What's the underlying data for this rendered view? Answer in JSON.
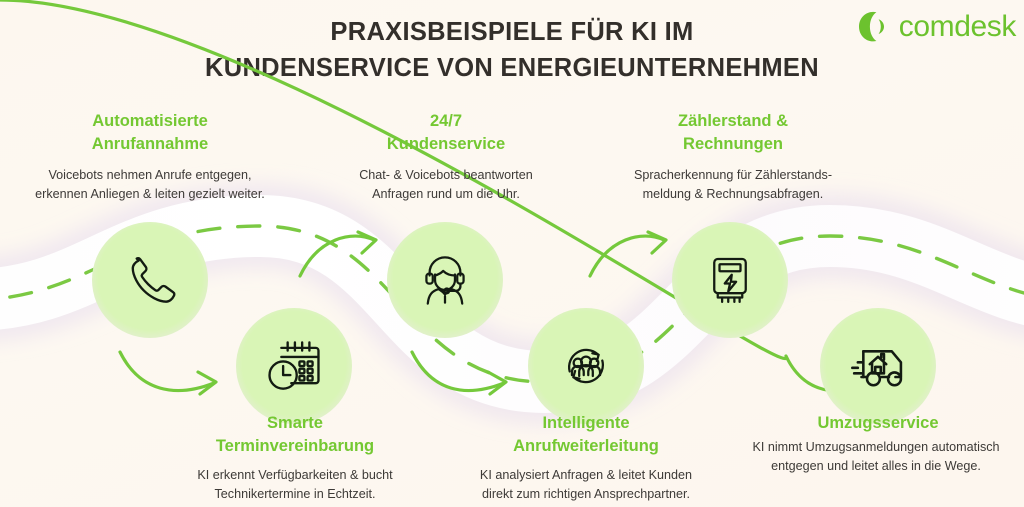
{
  "header": {
    "title_line1": "PRAXISBEISPIELE FÜR KI IM",
    "title_line2": "KUNDENSERVICE VON ENERGIEUNTERNEHMEN"
  },
  "logo": {
    "wordmark": "comdesk",
    "mark_name": "comdesk-mark-icon"
  },
  "colors": {
    "background": "#fdf8f0",
    "accent_green": "#74c832",
    "logo_green": "#6cc22e",
    "title_dark": "#332f2b",
    "body_text": "#3d3a37",
    "bubble_fill": "#d9f5b6",
    "wave_white": "#ffffff",
    "icon_stroke": "#131b12"
  },
  "steps": [
    {
      "index": 1,
      "icon": "phone-handset-icon",
      "title_line1": "Automatisierte",
      "title_line2": "Anrufannahme",
      "desc_line1": "Voicebots nehmen Anrufe entgegen,",
      "desc_line2": "erkennen Anliegen & leiten gezielt weiter.",
      "position": "top"
    },
    {
      "index": 2,
      "icon": "calendar-clock-icon",
      "title_line1": "Smarte",
      "title_line2": "Terminvereinbarung",
      "desc_line1": "KI erkennt Verfügbarkeiten & bucht",
      "desc_line2": "Technikertermine in Echtzeit.",
      "position": "bottom"
    },
    {
      "index": 3,
      "icon": "headset-agent-icon",
      "title_line1": "24/7",
      "title_line2": "Kundenservice",
      "desc_line1": "Chat- & Voicebots beantworten",
      "desc_line2": "Anfragen rund um die Uhr.",
      "position": "top"
    },
    {
      "index": 4,
      "icon": "people-routing-icon",
      "title_line1": "Intelligente",
      "title_line2": "Anrufweiterleitung",
      "desc_line1": "KI analysiert Anfragen & leitet Kunden",
      "desc_line2": "direkt zum richtigen Ansprechpartner.",
      "position": "bottom"
    },
    {
      "index": 5,
      "icon": "electricity-meter-icon",
      "title_line1": "Zählerstand &",
      "title_line2": "Rechnungen",
      "desc_line1": "Spracherkennung für Zählerstands-",
      "desc_line2": "meldung & Rechnungsabfragen.",
      "position": "top"
    },
    {
      "index": 6,
      "icon": "moving-truck-house-icon",
      "title_line1": "Umzugsservice",
      "title_line2": "",
      "desc_line1": "KI nimmt Umzugsanmeldungen automatisch",
      "desc_line2": "entgegen und leitet alles in die Wege.",
      "position": "bottom"
    }
  ]
}
